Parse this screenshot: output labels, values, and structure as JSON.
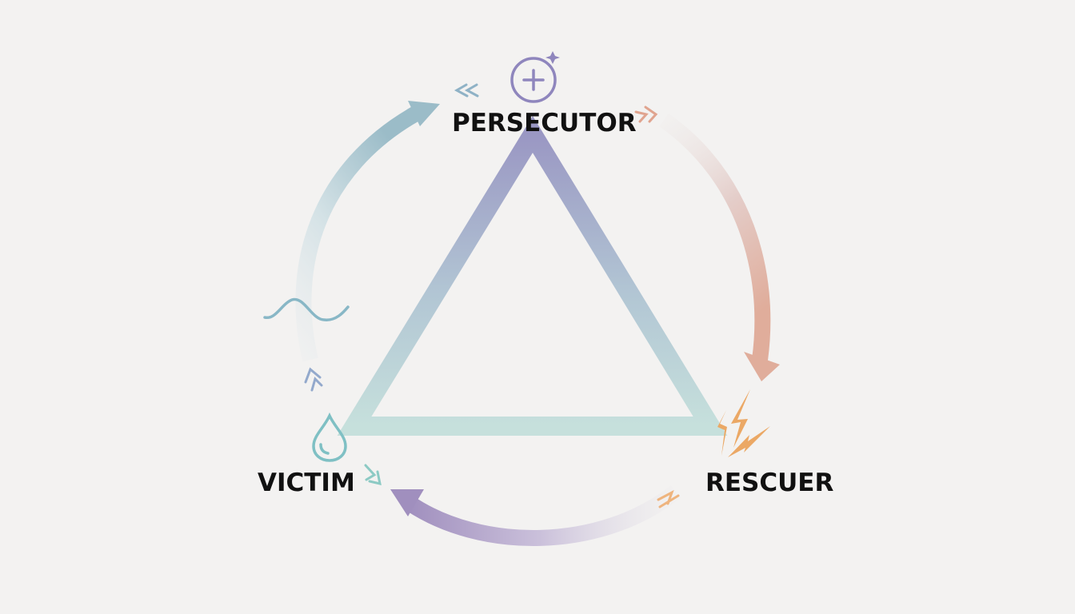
{
  "roles": {
    "persecutor": "PERSECUTOR",
    "rescuer": "RESCUER",
    "victim": "VICTIM"
  },
  "icons": {
    "persecutor": "circle-plus-sparkle-icon",
    "rescuer": "lightning-icon",
    "victim": "water-drop-icon",
    "wave": "wave-icon"
  },
  "colors": {
    "persecutor": "#8f86bd",
    "rescuer": "#eba865",
    "victim": "#7fc0c4",
    "arrow_left": "#9bbcc8",
    "arrow_right": "#e0ad9b",
    "arrow_bottom": "#a08fbe",
    "background": "#f3f2f1"
  }
}
